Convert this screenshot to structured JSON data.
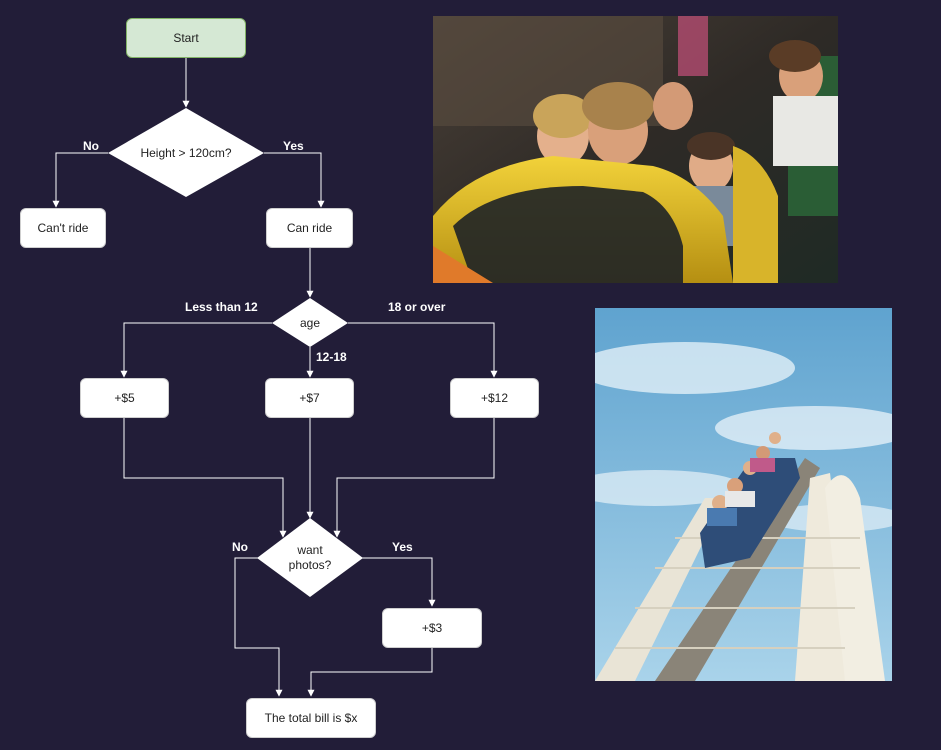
{
  "diagram": {
    "start": "Start",
    "decision_height": "Height > 120cm?",
    "cant_ride": "Can't ride",
    "can_ride": "Can ride",
    "decision_age": "age",
    "price_under_12": "+$5",
    "price_12_18": "+$7",
    "price_18_over": "+$12",
    "decision_photos": "want photos?",
    "photo_cost": "+$3",
    "total": "The total bill is $x",
    "edge_labels": {
      "height_no": "No",
      "height_yes": "Yes",
      "age_less_12": "Less than 12",
      "age_12_18": "12-18",
      "age_18_over": "18 or over",
      "photos_no": "No",
      "photos_yes": "Yes"
    }
  },
  "colors": {
    "background": "#221d38",
    "node_fill": "#ffffff",
    "start_fill": "#d5e8d4",
    "connector": "#ffffff"
  },
  "images": [
    {
      "name": "family-roller-coaster-photo"
    },
    {
      "name": "roller-coaster-sky-photo"
    }
  ]
}
